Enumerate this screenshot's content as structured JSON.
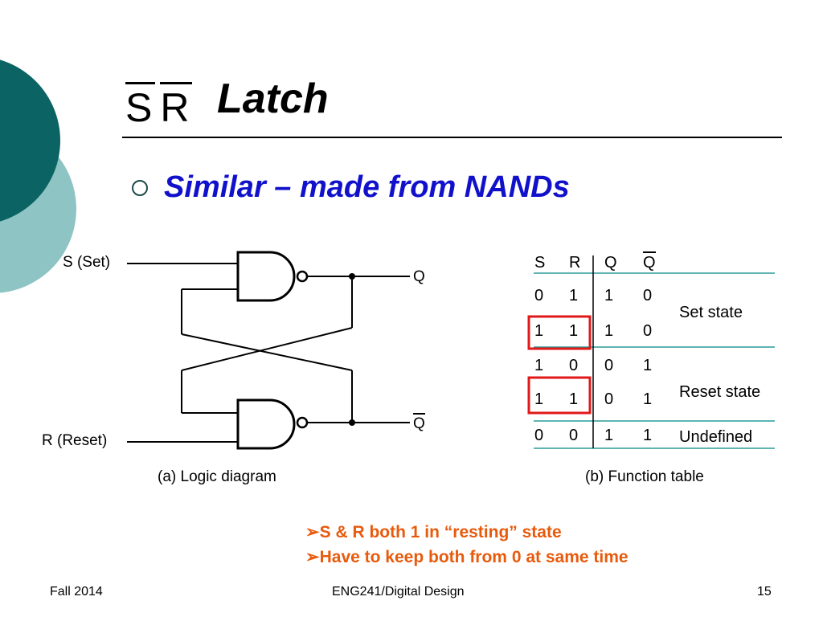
{
  "title": {
    "s": "S",
    "r": "R",
    "rest": "Latch"
  },
  "bullet": "Similar – made from NANDs",
  "diagram": {
    "input_s": "S (Set)",
    "input_r": "R (Reset)",
    "output_q": "Q",
    "output_qbar": "Q",
    "caption": "(a) Logic diagram"
  },
  "function_table": {
    "headers": [
      "S",
      "R",
      "Q",
      "Q"
    ],
    "rows": [
      [
        "0",
        "1",
        "1",
        "0"
      ],
      [
        "1",
        "1",
        "1",
        "0"
      ],
      [
        "1",
        "0",
        "0",
        "1"
      ],
      [
        "1",
        "1",
        "0",
        "1"
      ],
      [
        "0",
        "0",
        "1",
        "1"
      ]
    ],
    "labels": [
      "Set state",
      "Reset state",
      "Undefined"
    ],
    "caption": "(b) Function table"
  },
  "notes": [
    "S & R both 1 in “resting” state",
    "Have to keep both from 0 at same time"
  ],
  "footer": {
    "left": "Fall 2014",
    "center": "ENG241/Digital Design",
    "right": "15"
  },
  "colors": {
    "teal_dark": "#0b6363",
    "teal_light": "#8fc4c4",
    "highlight": "#e01818",
    "table_rule": "#2a9a9a",
    "bullet_text": "#1111cc",
    "note_text": "#e85a0c"
  }
}
